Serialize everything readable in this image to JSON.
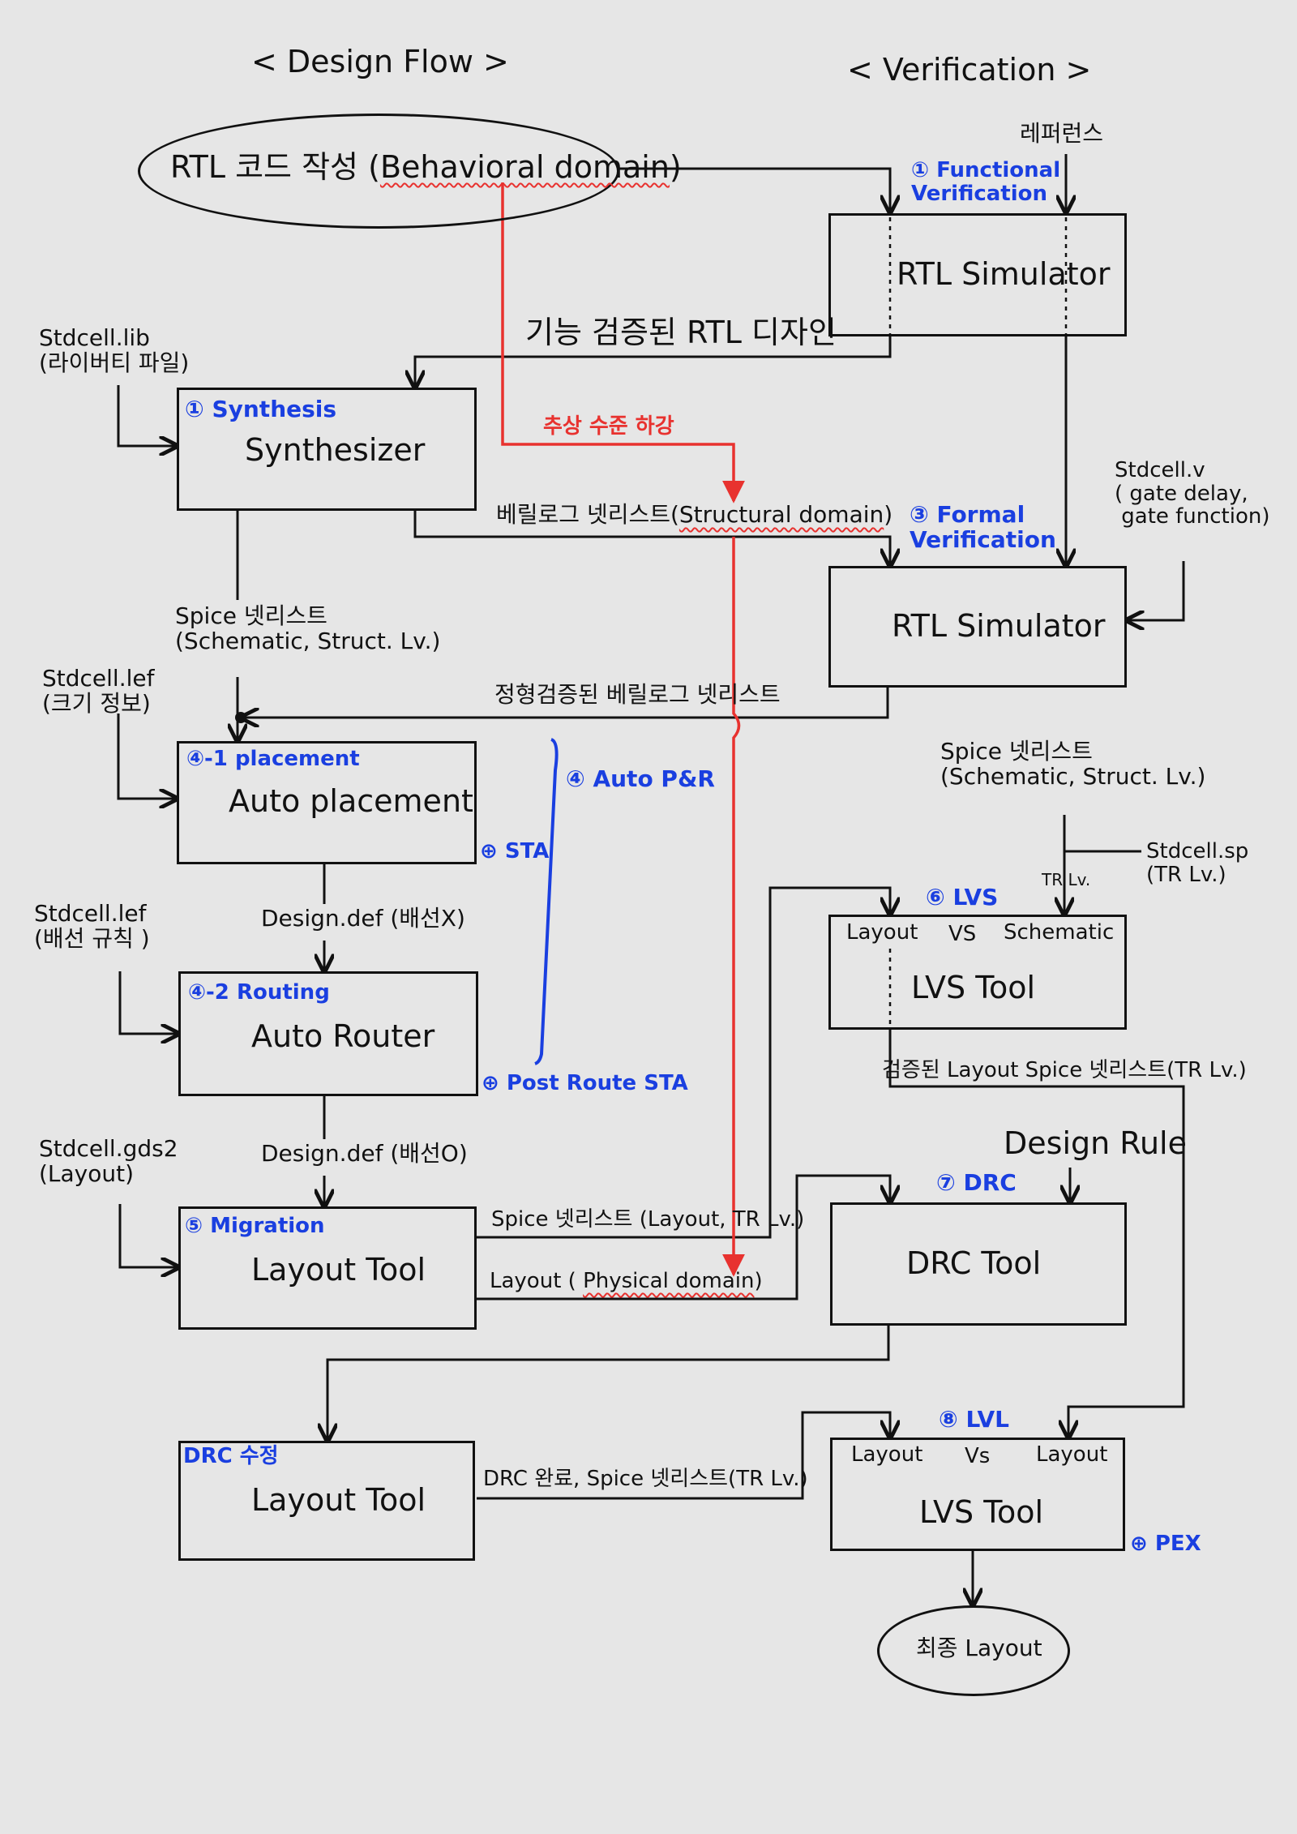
{
  "headers": {
    "design_flow": "< Design Flow >",
    "verification": "< Verification >"
  },
  "rtl": {
    "prefix": "RTL 코드 작성 (",
    "domain": "Behavioral domain",
    "suffix": ")"
  },
  "reference": "레퍼런스",
  "functional_verification": "① Functional\nVerification",
  "rtl_simulator_1": "RTL Simulator",
  "verified_rtl": "기능 검증된  RTL 디자인",
  "stdcell_lib": "Stdcell.lib\n(라이버티 파일)",
  "synthesis": {
    "step": "① Synthesis",
    "tool": "Synthesizer"
  },
  "abstraction_down": "추상 수준 하강",
  "verilog_netlist": {
    "prefix": "베릴로그 넷리스트(",
    "domain": "Structural domain",
    "suffix": ")"
  },
  "formal_verification": "③ Formal\nVerification",
  "stdcell_v": "Stdcell.v\n( gate delay,\n gate function)",
  "rtl_simulator_2": "RTL Simulator",
  "spice_netlist_1": "Spice 넷리스트\n(Schematic, Struct. Lv.)",
  "stdcell_lef_1": "Stdcell.lef\n(크기 정보)",
  "formally_verified_netlist": "정형검증된 베릴로그 넷리스트",
  "placement": {
    "step": "④-1 placement",
    "tool": "Auto placement"
  },
  "auto_pnr": "④ Auto P&R",
  "sta": "⊕ STA",
  "spice_netlist_2": "Spice 넷리스트\n(Schematic, Struct. Lv.)",
  "stdcell_sp": "Stdcell.sp\n(TR Lv.)",
  "tr_lv": "TR Lv.",
  "lvs_step": "⑥ LVS",
  "lvs_box": {
    "left": "Layout",
    "vs": "VS",
    "right": "Schematic",
    "tool": "LVS Tool"
  },
  "design_def_1": "Design.def (배선X)",
  "stdcell_lef_2": "Stdcell.lef\n(배선 규칙 )",
  "routing": {
    "step": "④-2 Routing",
    "tool": "Auto Router"
  },
  "post_route_sta": "⊕ Post Route STA",
  "verified_layout_spice": "검증된 Layout Spice 넷리스트(TR Lv.)",
  "design_def_2": "Design.def (배선O)",
  "design_rule": "Design Rule",
  "stdcell_gds2": "Stdcell.gds2\n(Layout)",
  "drc_step": "⑦ DRC",
  "migration": {
    "step": "⑤ Migration",
    "tool": "Layout Tool"
  },
  "spice_layout": "Spice 넷리스트 (Layout, TR Lv.)",
  "layout_physical": {
    "prefix": "Layout ( ",
    "domain": "Physical domain",
    "suffix": ")"
  },
  "drc_tool": "DRC Tool",
  "drc_fix": {
    "step": "DRC 수정",
    "tool": "Layout Tool"
  },
  "drc_done": "DRC 완료, Spice 넷리스트(TR Lv.)",
  "lvl_step": "⑧ LVL",
  "lvl_box": {
    "left": "Layout",
    "vs": "Vs",
    "right": "Layout",
    "tool": "LVS Tool"
  },
  "pex": "⊕ PEX",
  "final_layout": "최종 Layout",
  "colors": {
    "annotation": "#1a3fe0",
    "abstraction": "#e8322f",
    "ink": "#111111",
    "background": "#e6e6e6"
  }
}
